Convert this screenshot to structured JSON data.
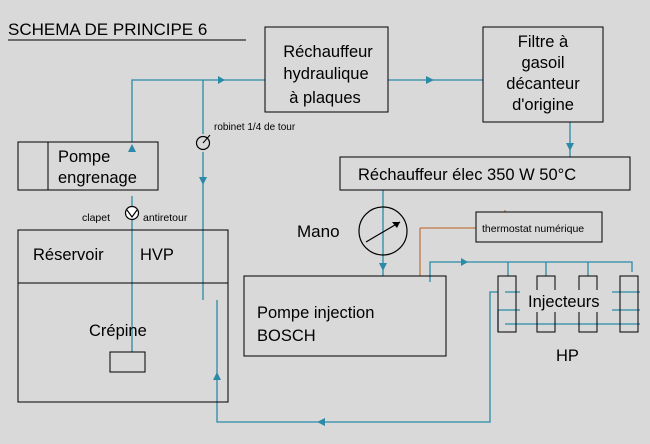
{
  "title": "SCHEMA DE PRINCIPE 6",
  "components": {
    "rechauffeur_hydraulique": [
      "Réchauffeur",
      "hydraulique",
      "à plaques"
    ],
    "filtre": [
      "Filtre à",
      "gasoil",
      "décanteur",
      "d'origine"
    ],
    "pompe_engrenage": [
      "Pompe",
      "engrenage"
    ],
    "robinet": "robinet 1/4 de tour",
    "rechauffeur_elec": "Réchauffeur élec 350 W 50°C",
    "clapet": "clapet",
    "antiretour": "antiretour",
    "mano": "Mano",
    "thermostat": "thermostat numérique",
    "reservoir": "Réservoir",
    "hvp": "HVP",
    "crepine": "Crépine",
    "pompe_injection": [
      "Pompe injection",
      "BOSCH"
    ],
    "injecteurs": "Injecteurs",
    "hp": "HP"
  },
  "colors": {
    "background": "#d9d9d9",
    "fuel_line": "#2a8aa8",
    "electric_line": "#c07848",
    "outline": "#000000"
  }
}
